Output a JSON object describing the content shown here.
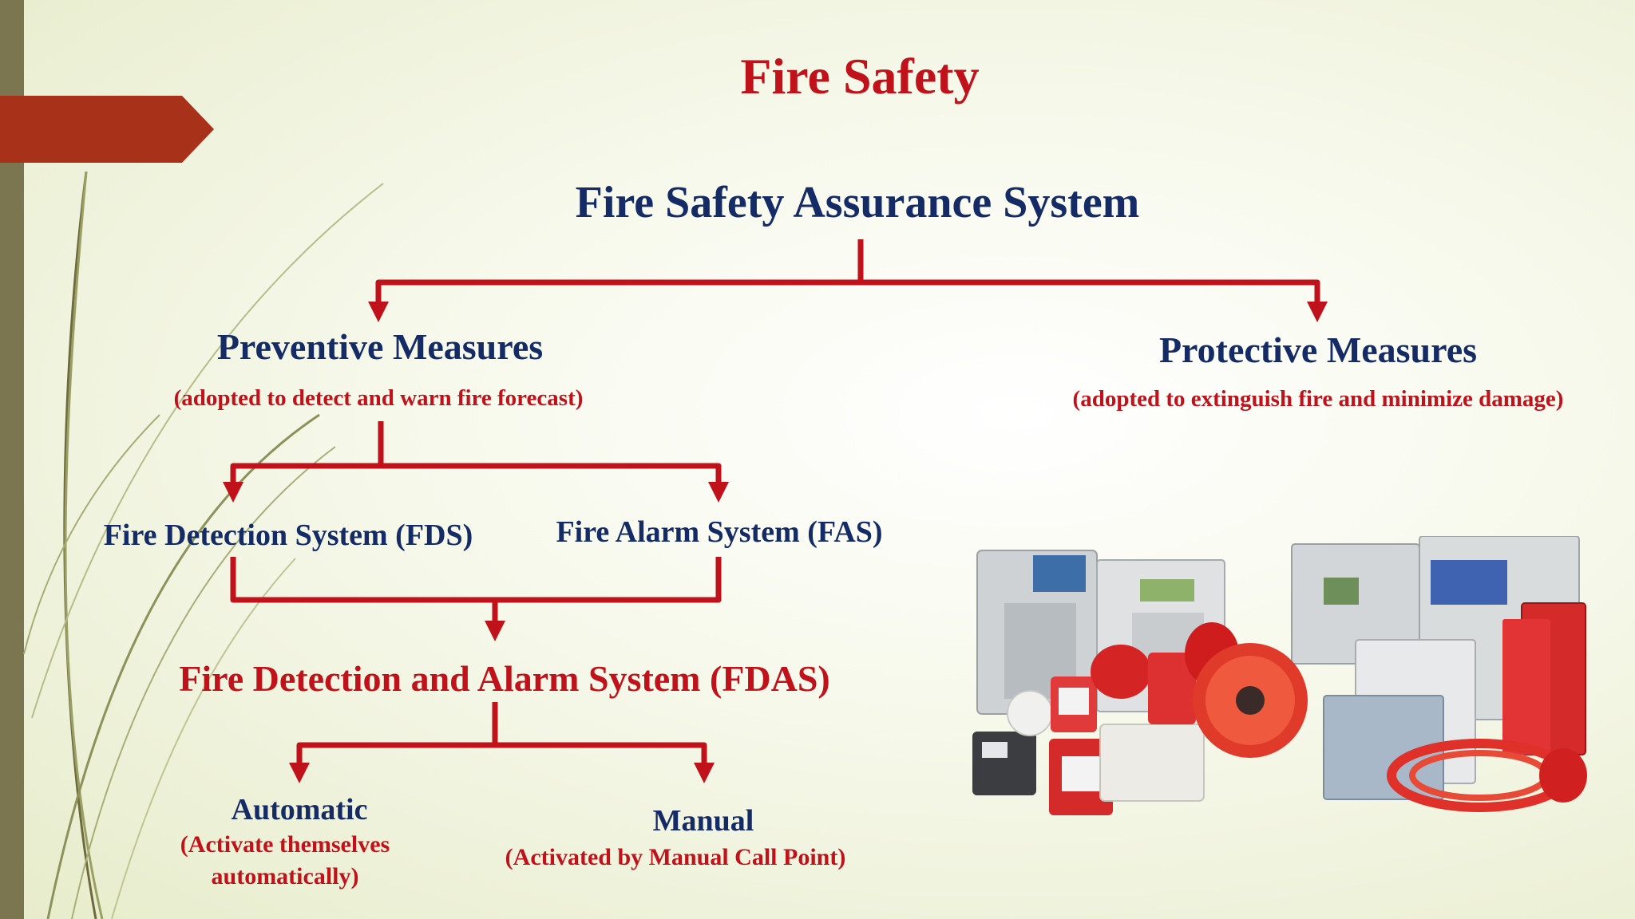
{
  "slide": {
    "title": "Fire Safety",
    "root": "Fire Safety Assurance System",
    "preventive": {
      "title": "Preventive Measures",
      "subtitle": "(adopted to detect and warn fire forecast)"
    },
    "protective": {
      "title": "Protective Measures",
      "subtitle": "(adopted to extinguish fire and minimize damage)"
    },
    "fds": "Fire Detection System (FDS)",
    "fas": "Fire Alarm System (FAS)",
    "fdas": "Fire Detection and Alarm System (FDAS)",
    "automatic": {
      "title": "Automatic",
      "subtitle_line1": "(Activate themselves",
      "subtitle_line2": "automatically)"
    },
    "manual": {
      "title": "Manual",
      "subtitle": "(Activated by Manual Call Point)"
    }
  },
  "colors": {
    "accent_red": "#c0121a",
    "navy": "#142b66",
    "tab_red": "#a8311a",
    "side_bar": "#7b7550"
  }
}
